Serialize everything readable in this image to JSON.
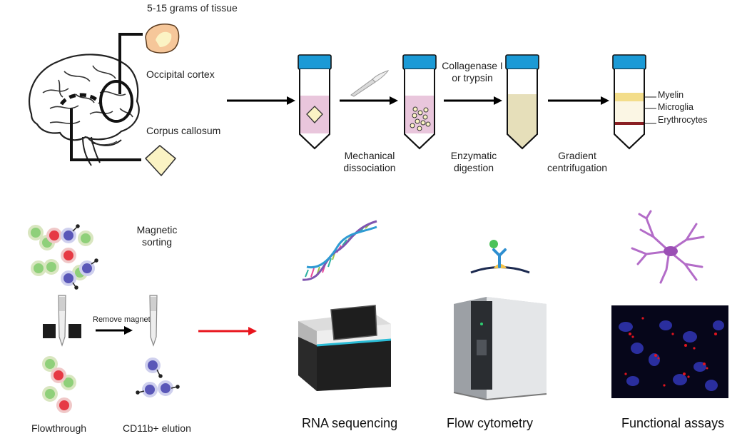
{
  "tissue": {
    "amount": "5-15 grams of tissue",
    "occipital": "Occipital cortex",
    "callosum": "Corpus callosum"
  },
  "steps": {
    "mechanical": "Mechanical\ndissociation",
    "enzyme": "Collagenase I\nor trypsin",
    "enzymatic": "Enzymatic\ndigestion",
    "gradient": "Gradient\ncentrifugation"
  },
  "layers": {
    "myelin": "Myelin",
    "microglia": "Microglia",
    "erythrocytes": "Erythrocytes"
  },
  "sorting": {
    "title": "Magnetic\nsorting",
    "remove": "Remove magnet",
    "flowthrough": "Flowthrough",
    "elution": "CD11b+ elution"
  },
  "assays": {
    "rna": "RNA sequencing",
    "flow": "Flow cytometry",
    "functional": "Functional assays"
  },
  "colors": {
    "arrow": "#000000",
    "red_arrow": "#e8141c",
    "cap": "#1b9ad6",
    "pink_fluid": "#e9c6dc",
    "beige_fluid": "#e6dfba",
    "myelin_band": "#f3dd8a",
    "erythrocyte_band": "#8a1f23",
    "tissue_pink": "#f6c79a",
    "tissue_pale": "#fbf3c4"
  }
}
